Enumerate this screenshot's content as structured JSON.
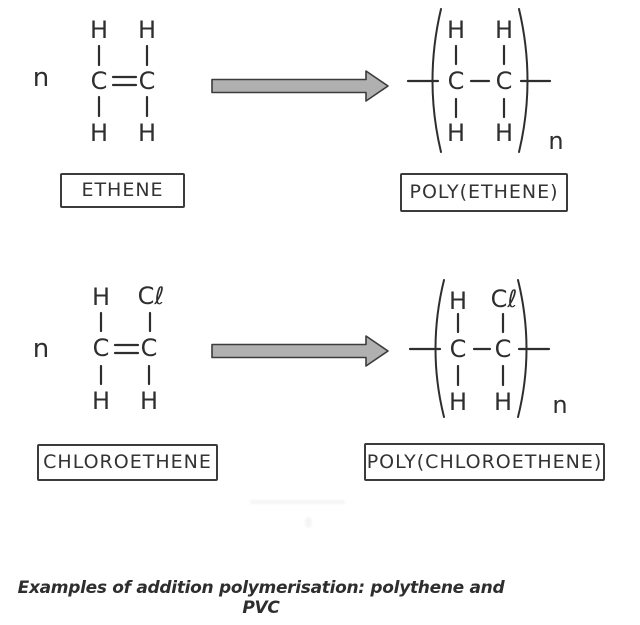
{
  "figure": {
    "caption": "Examples of addition polymerisation: polythene and PVC"
  },
  "reactions": [
    {
      "id": "ethene-to-polyethene",
      "coefficient": "n",
      "monomer": {
        "label": "ETHENE",
        "bond_type": "double",
        "atoms": {
          "top_left": "H",
          "top_right": "H",
          "left": "C",
          "right": "C",
          "bottom_left": "H",
          "bottom_right": "H"
        }
      },
      "polymer": {
        "label": "POLY(ETHENE)",
        "subscript": "n",
        "bond_type": "single",
        "atoms": {
          "top_left": "H",
          "top_right": "H",
          "left": "C",
          "right": "C",
          "bottom_left": "H",
          "bottom_right": "H"
        }
      }
    },
    {
      "id": "chloroethene-to-polychloroethene",
      "coefficient": "n",
      "monomer": {
        "label": "CHLOROETHENE",
        "bond_type": "double",
        "atoms": {
          "top_left": "H",
          "top_right": "Cℓ",
          "left": "C",
          "right": "C",
          "bottom_left": "H",
          "bottom_right": "H"
        }
      },
      "polymer": {
        "label": "POLY(CHLOROETHENE)",
        "subscript": "n",
        "bond_type": "single",
        "atoms": {
          "top_left": "H",
          "top_right": "Cℓ",
          "left": "C",
          "right": "C",
          "bottom_left": "H",
          "bottom_right": "H"
        }
      }
    }
  ],
  "colors": {
    "ink": "#2e2e2e",
    "arrow_fill": "#b0b0b0",
    "arrow_outline": "#3c3c3c",
    "background": "#ffffff"
  }
}
